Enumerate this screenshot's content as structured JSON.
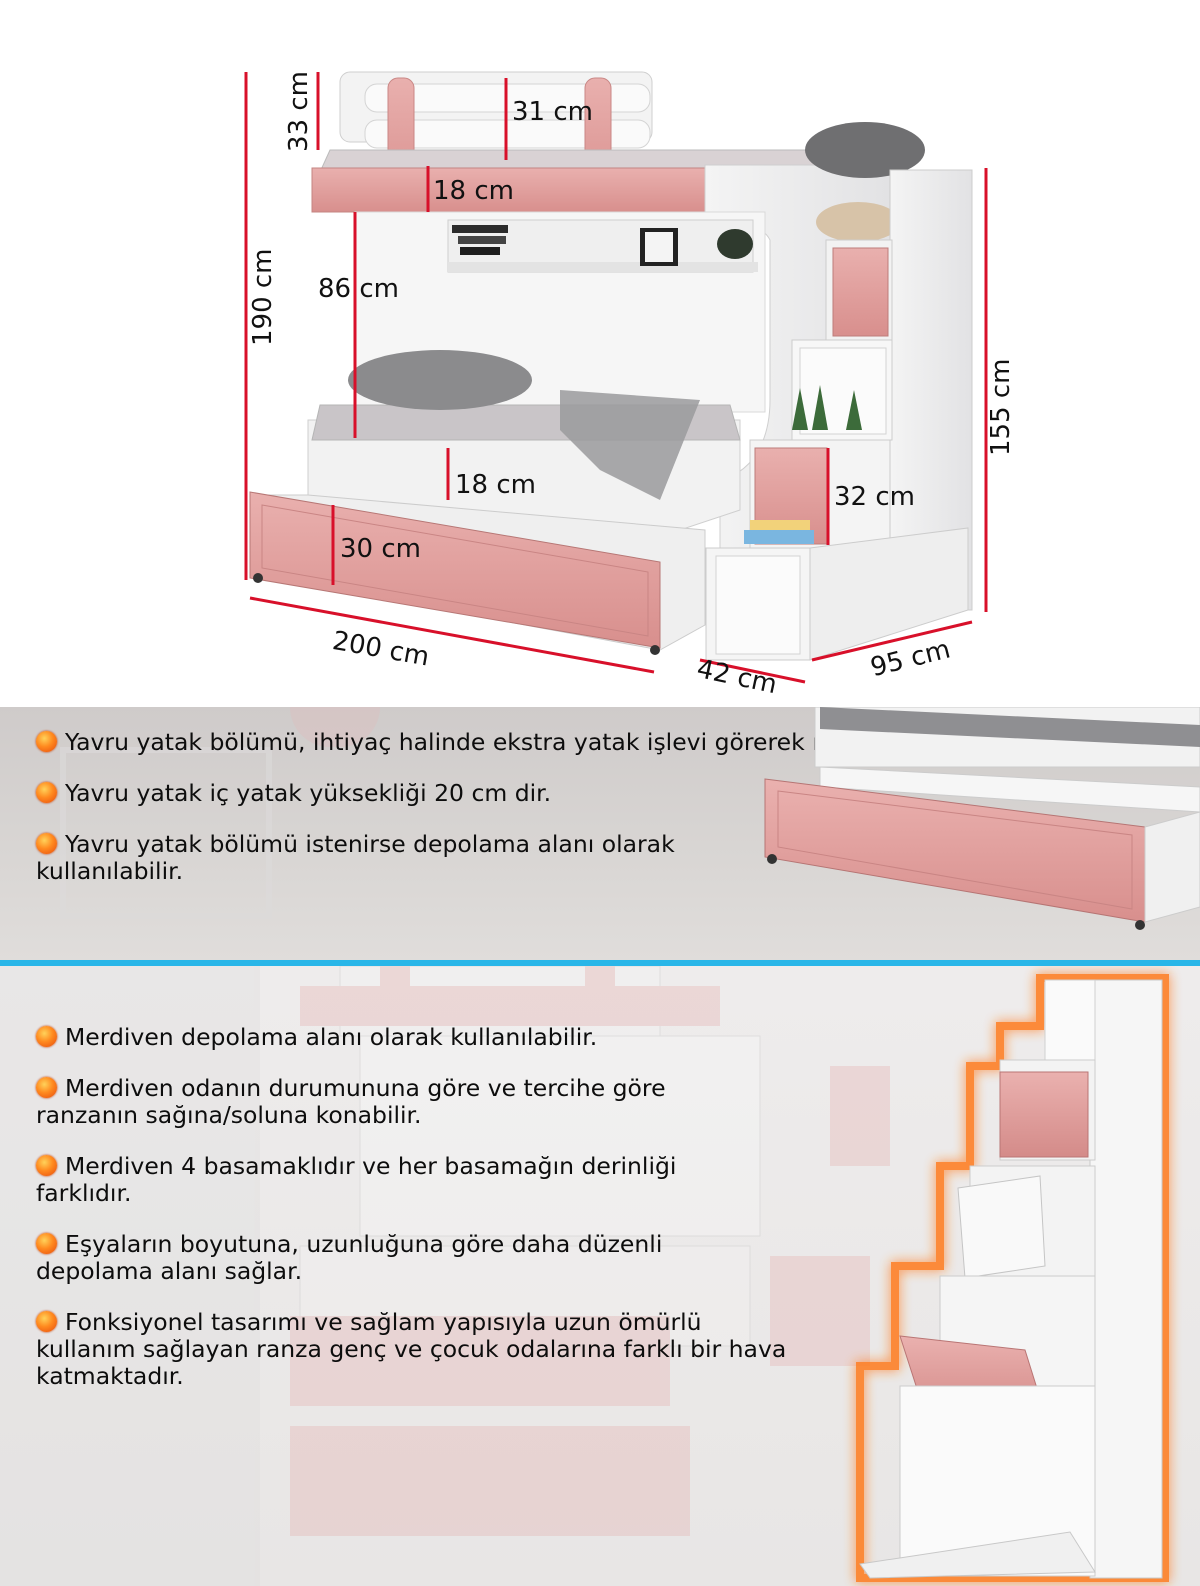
{
  "dimensions": {
    "top_guard_height": "33 cm",
    "guard_rail_gap": "31 cm",
    "upper_rail": "18 cm",
    "total_height": "190 cm",
    "lower_clearance": "86 cm",
    "lower_rail": "18 cm",
    "trundle_height": "30 cm",
    "step_height": "32 cm",
    "stair_height": "155 cm",
    "length": "200 cm",
    "step_depth": "42 cm",
    "width": "95 cm"
  },
  "trundle_features": [
    "Yavru yatak bölümü, ihtiyaç halinde ekstra yatak işlevi görerek rahat bir uyku alanı sağlar.",
    "Yavru yatak iç yatak yüksekliği 20 cm dir.",
    "Yavru yatak bölümü istenirse depolama alanı olarak kullanılabilir."
  ],
  "stair_features": [
    "Merdiven depolama alanı olarak kullanılabilir.",
    "Merdiven odanın durumununa göre ve tercihe göre ranzanın sağına/soluna konabilir.",
    "Merdiven 4 basamaklıdır ve her basamağın derinliği farklıdır.",
    "Eşyaların boyutuna, uzunluğuna göre daha düzenli depolama alanı sağlar.",
    "Fonksiyonel tasarımı ve sağlam yapısıyla uzun ömürlü kullanım sağlayan ranza genç ve çocuk odalarına farklı bir hava katmaktadır."
  ],
  "colors": {
    "accent_pink": "#e4a3a1",
    "dimension_line": "#d8102a",
    "divider": "#29b6e8",
    "bullet": "#ff6a14"
  }
}
